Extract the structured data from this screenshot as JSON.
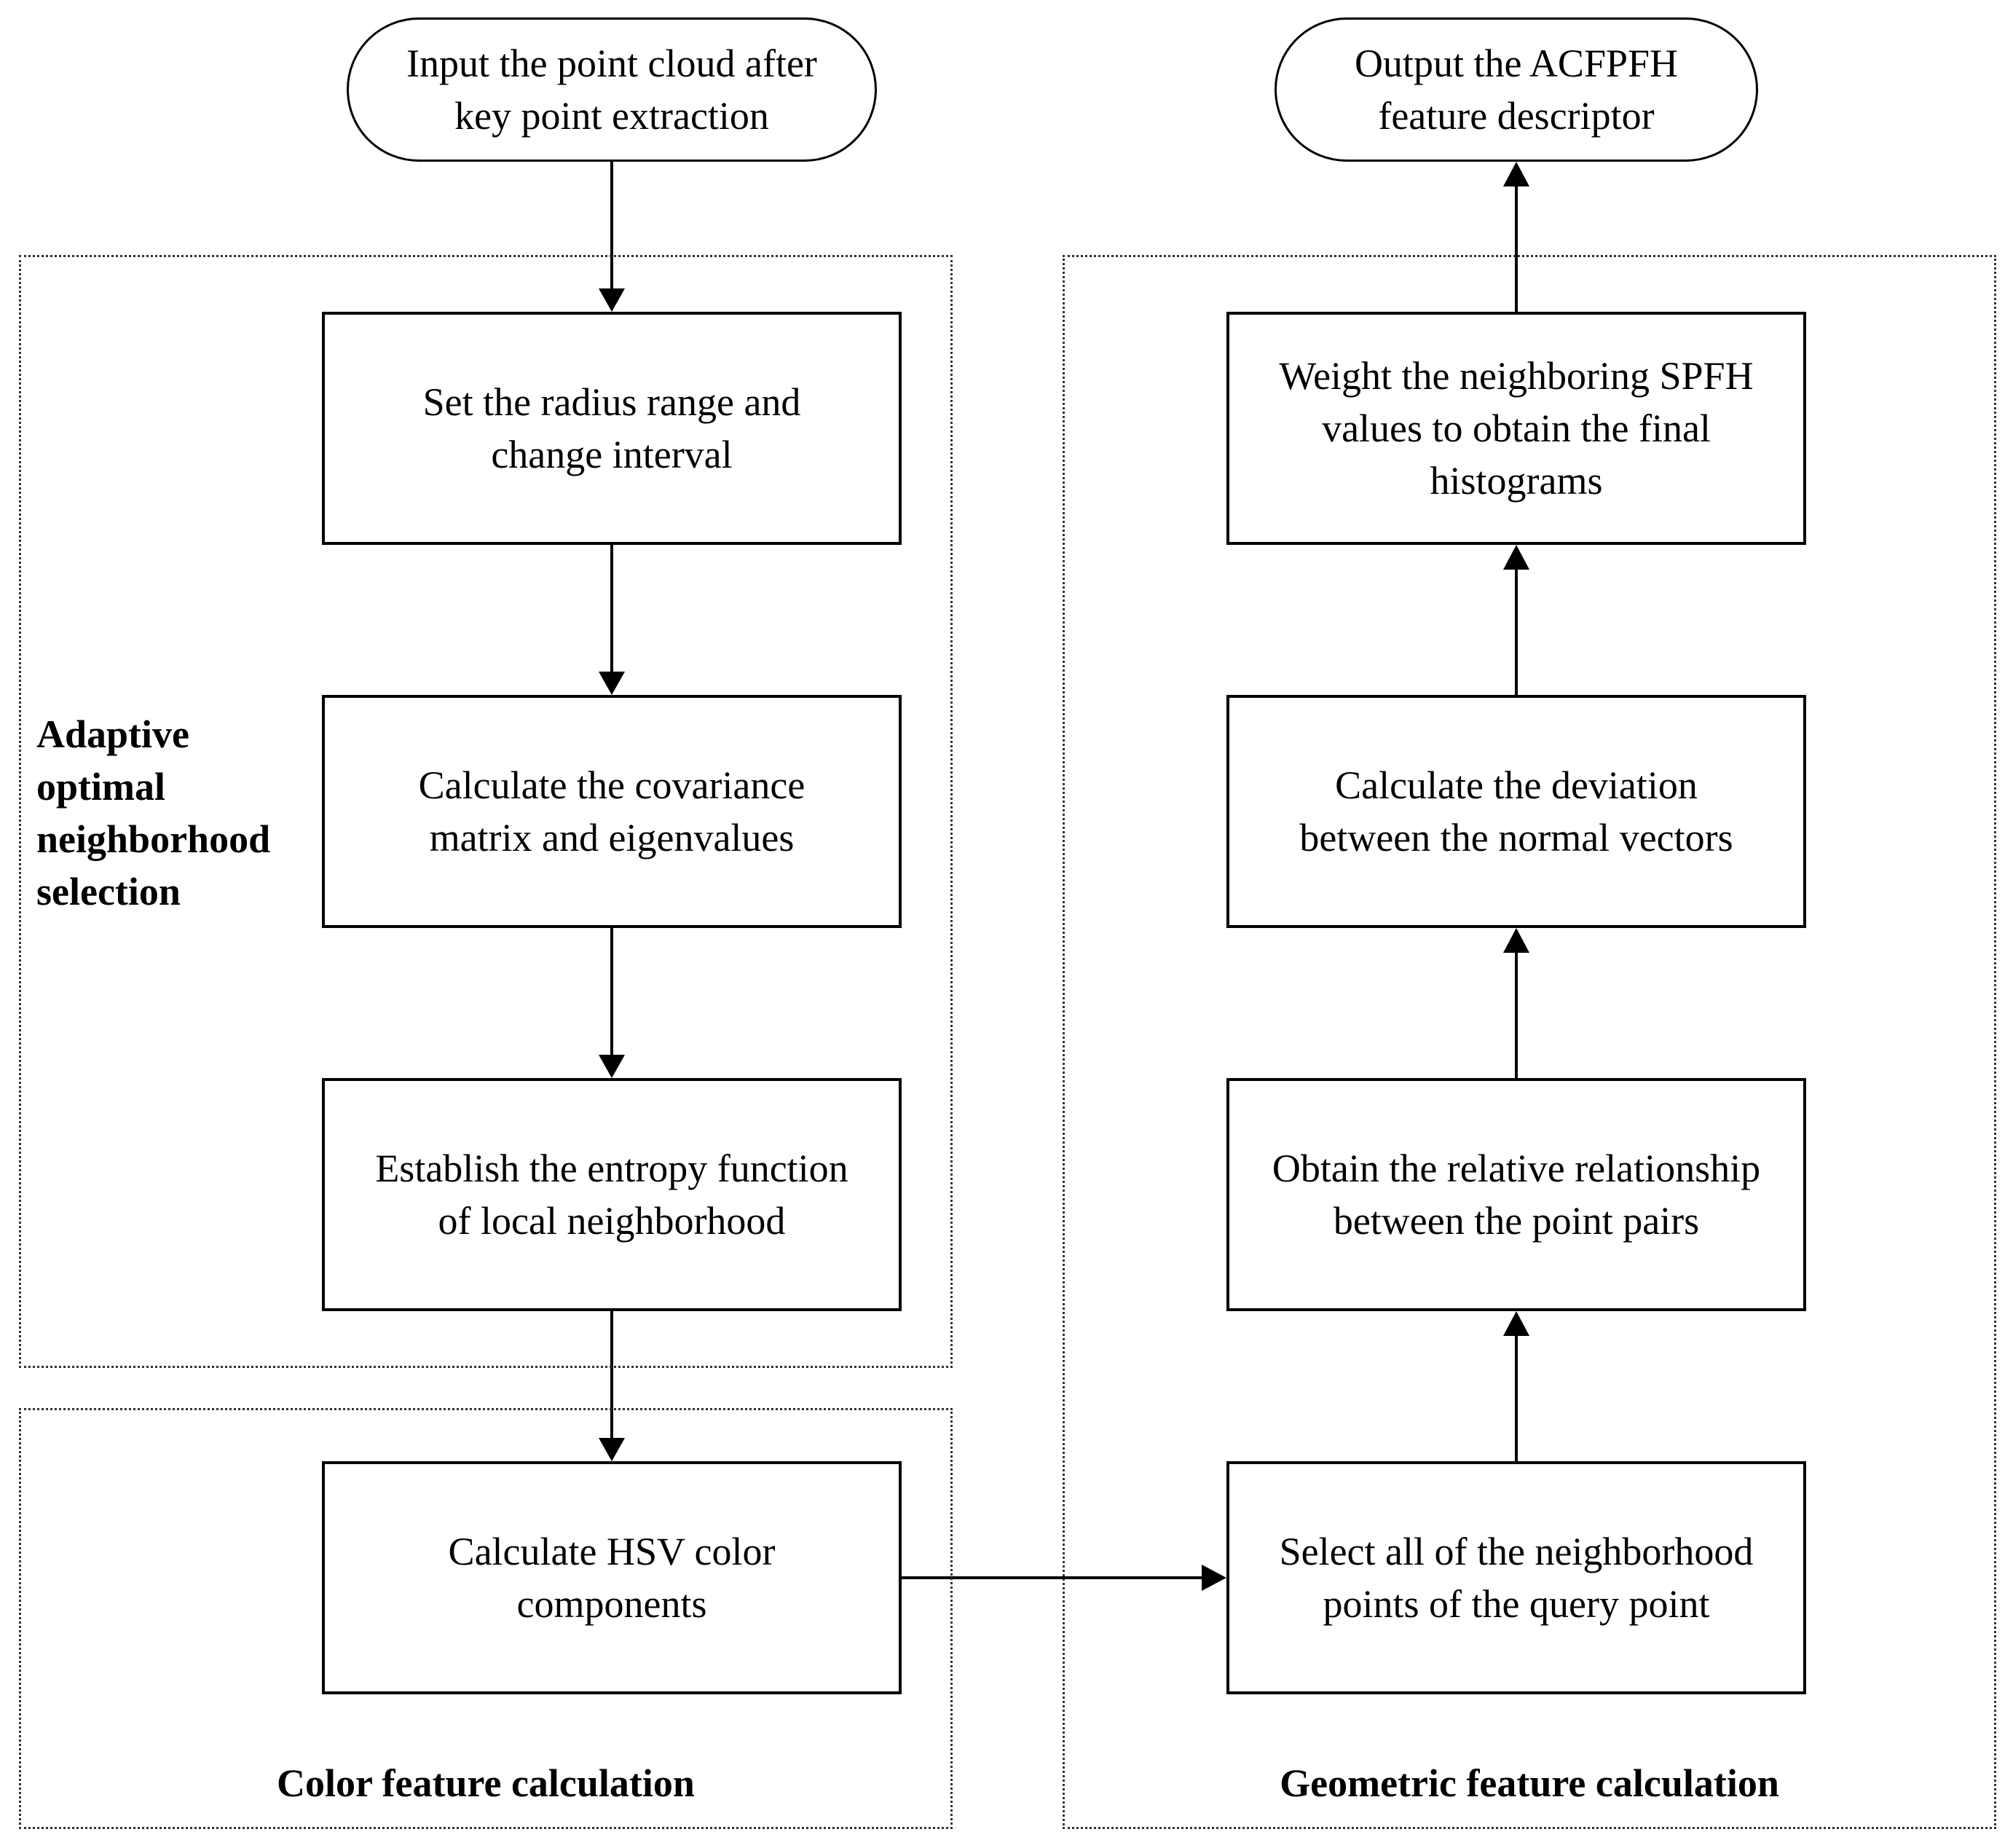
{
  "start": {
    "text": "Input the point cloud after\nkey point extraction"
  },
  "end": {
    "text": "Output the ACFPFH\nfeature descriptor"
  },
  "groups": {
    "adaptive": {
      "label": "Adaptive\noptimal\nneighborhood\nselection"
    },
    "color": {
      "label": "Color feature calculation"
    },
    "geometric": {
      "label": "Geometric feature calculation"
    }
  },
  "steps": {
    "radius": "Set the radius range and\nchange interval",
    "covariance": "Calculate the covariance\nmatrix and eigenvalues",
    "entropy": "Establish the entropy function\nof local neighborhood",
    "hsv": "Calculate HSV color\ncomponents",
    "select": "Select all of the neighborhood\npoints of the query point",
    "relative": "Obtain the relative relationship\nbetween the point pairs",
    "deviation": "Calculate the deviation\nbetween the normal vectors",
    "weight": "Weight the neighboring SPFH\nvalues to obtain the final\nhistograms"
  }
}
